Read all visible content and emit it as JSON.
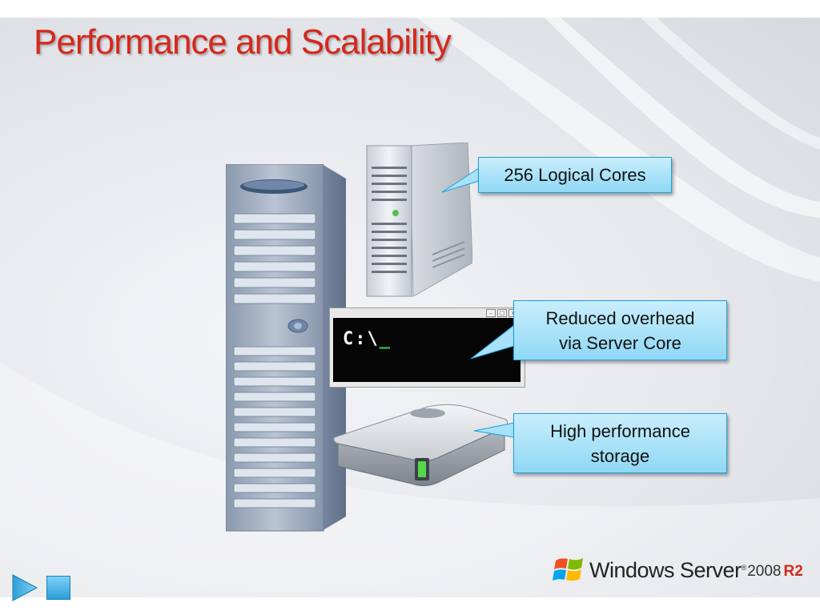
{
  "slide": {
    "title": "Performance and Scalability",
    "title_color": "#d5281c"
  },
  "callouts": {
    "cores": "256 Logical Cores",
    "server_core_line1": "Reduced overhead",
    "server_core_line2": "via Server Core",
    "storage_line1": "High performance",
    "storage_line2": "storage",
    "fill_color": "#8fd8f5"
  },
  "console": {
    "prompt": "C:\\",
    "cursor": "_"
  },
  "navigation": {
    "play_icon": "play-icon",
    "stop_icon": "stop-icon"
  },
  "branding": {
    "product": "Windows Server",
    "trademark": "®",
    "year": "2008",
    "release": "R2",
    "logo_icon": "windows-flag-icon"
  }
}
